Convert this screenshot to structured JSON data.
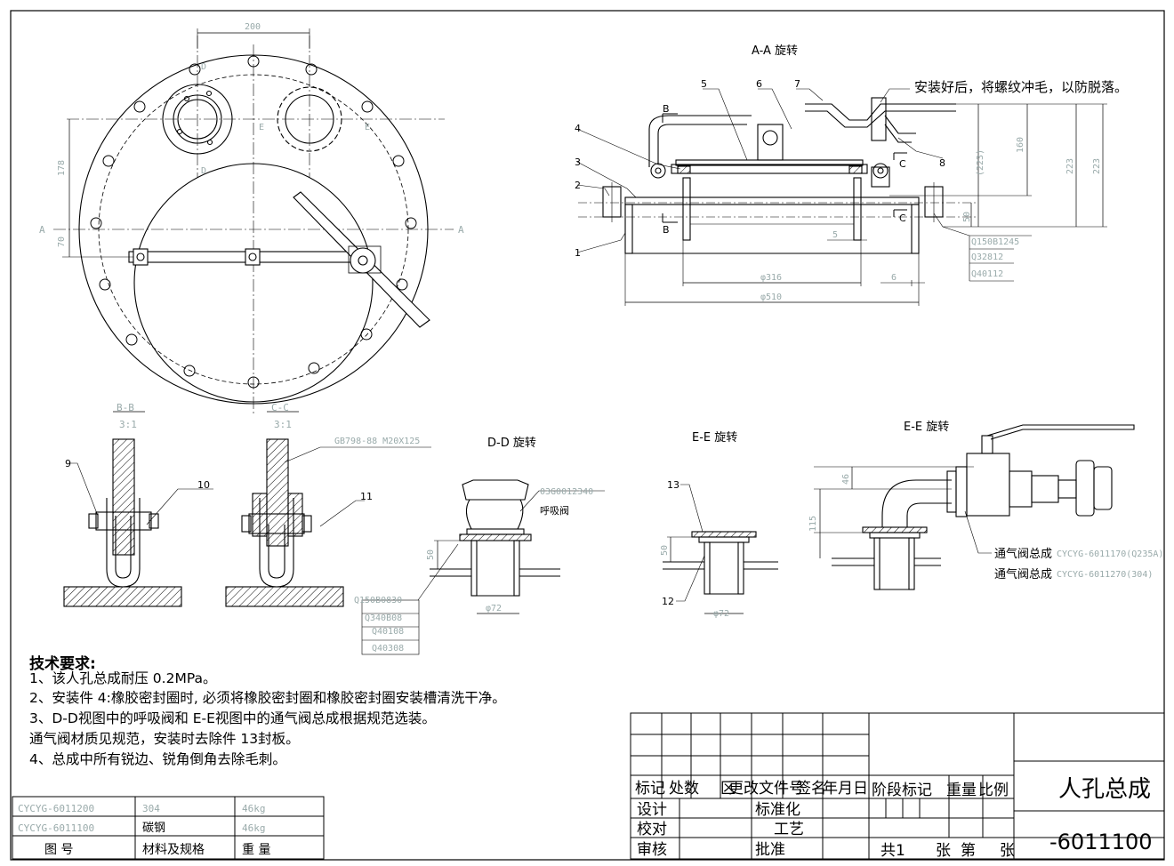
{
  "views": {
    "aa_title": "A-A 旋转",
    "dd_title": "D-D 旋转",
    "ee_title": "E-E 旋转",
    "ee2_title": "E-E 旋转",
    "bb_title": "B-B",
    "bb_scale": "3:1",
    "cc_title": "C-C",
    "cc_scale": "3:1"
  },
  "dims": {
    "top_200": "200",
    "d178": "178",
    "d70": "70",
    "d160": "160",
    "d223a": "(223)",
    "d223b": "223",
    "d223c": "223",
    "d50": "50",
    "d5": "5",
    "d6": "6",
    "phi316": "φ316",
    "phi510": "φ510",
    "dd50": "50",
    "dd72": "φ72",
    "ee50": "50",
    "ee72": "φ72",
    "ee46": "46",
    "ee115": "115"
  },
  "section_marks": {
    "A": "A",
    "B": "B",
    "C": "C",
    "D": "D",
    "E": "E"
  },
  "callouts": {
    "n1": "1",
    "n2": "2",
    "n3": "3",
    "n4": "4",
    "n5": "5",
    "n6": "6",
    "n7": "7",
    "n8": "8",
    "n9": "9",
    "n10": "10",
    "n11": "11",
    "n12": "12",
    "n13": "13",
    "note_install": "安装好后，将螺纹冲毛，以防脱落。",
    "bolt_spec": "GB798-88 M20X125",
    "breather_code": "03G0012340",
    "breather_name": "呼吸阀",
    "aa_parts": [
      "Q150B1245",
      "Q32812",
      "Q40112"
    ],
    "dd_parts": [
      "Q150B0830",
      "Q340B08",
      "Q40108",
      "Q40308"
    ],
    "vent1_name": "通气阀总成",
    "vent1_code": "CYCYG-6011170(Q235A)",
    "vent2_name": "通气阀总成",
    "vent2_code": "CYCYG-6011270(304)"
  },
  "requirements": {
    "title": "技术要求:",
    "lines": [
      "1、该人孔总成耐压 0.2MPa。",
      "2、安装件 4:橡胶密封圈时, 必须将橡胶密封圈和橡胶密封圈安装槽清洗干净。",
      "3、D-D视图中的呼吸阀和 E-E视图中的通气阀总成根据规范选装。",
      "   通气阀材质见规范，安装时去除件 13封板。",
      "4、总成中所有锐边、锐角倒角去除毛刺。"
    ]
  },
  "parts_table": {
    "rows": [
      [
        "CYCYG-6011200",
        "304",
        "46kg"
      ],
      [
        "CYCYG-6011100",
        "碳钢",
        "46kg"
      ]
    ],
    "header": [
      "图   号",
      "材料及规格",
      "重 量"
    ]
  },
  "title_block": {
    "row_labels": [
      "标记",
      "处数",
      "区",
      "更改文件号",
      "签名",
      "年月日"
    ],
    "sign_labels": [
      "设计",
      "校对",
      "审核"
    ],
    "mid_labels": [
      "标准化",
      "工艺",
      "批准"
    ],
    "stage_labels": [
      "阶段标记",
      "重量",
      "比例"
    ],
    "sheet": [
      "共1",
      "张",
      "第",
      "张"
    ],
    "drawing_title": "人孔总成",
    "drawing_no": "-6011100"
  }
}
